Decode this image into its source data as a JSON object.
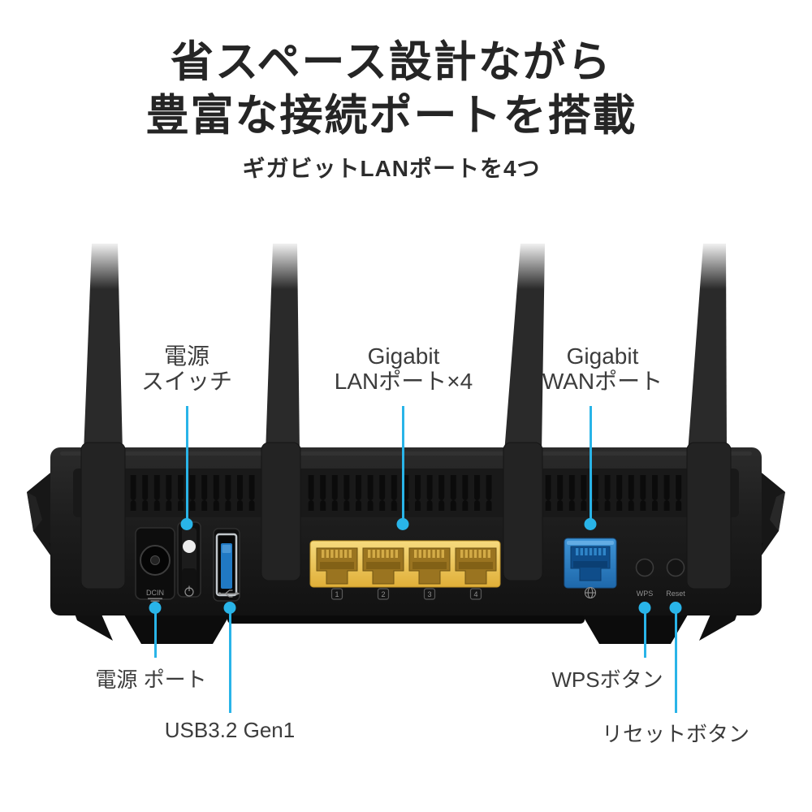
{
  "colors": {
    "accent": "#29b4e8",
    "lan_yellow": "#eec456",
    "wan_blue": "#2e86cb",
    "body_black": "#1d1d1d"
  },
  "heading": {
    "line1": "省スペース設計ながら",
    "line2": "豊富な接続ポートを搭載",
    "subtitle": "ギガビットLANポートを4つ"
  },
  "callouts": {
    "power_switch_line1": "電源",
    "power_switch_line2": "スイッチ",
    "lan_line1": "Gigabit",
    "lan_line2": "LANポート×4",
    "wan_line1": "Gigabit",
    "wan_line2": "WANポート",
    "power_port": "電源 ポート",
    "usb": "USB3.2 Gen1",
    "wps": "WPSボタン",
    "reset": "リセットボタン"
  },
  "device": {
    "dc_in_label": "DCIN",
    "lan_port_numbers": [
      "1",
      "2",
      "3",
      "4"
    ],
    "wps_label": "WPS",
    "reset_label": "Reset"
  }
}
